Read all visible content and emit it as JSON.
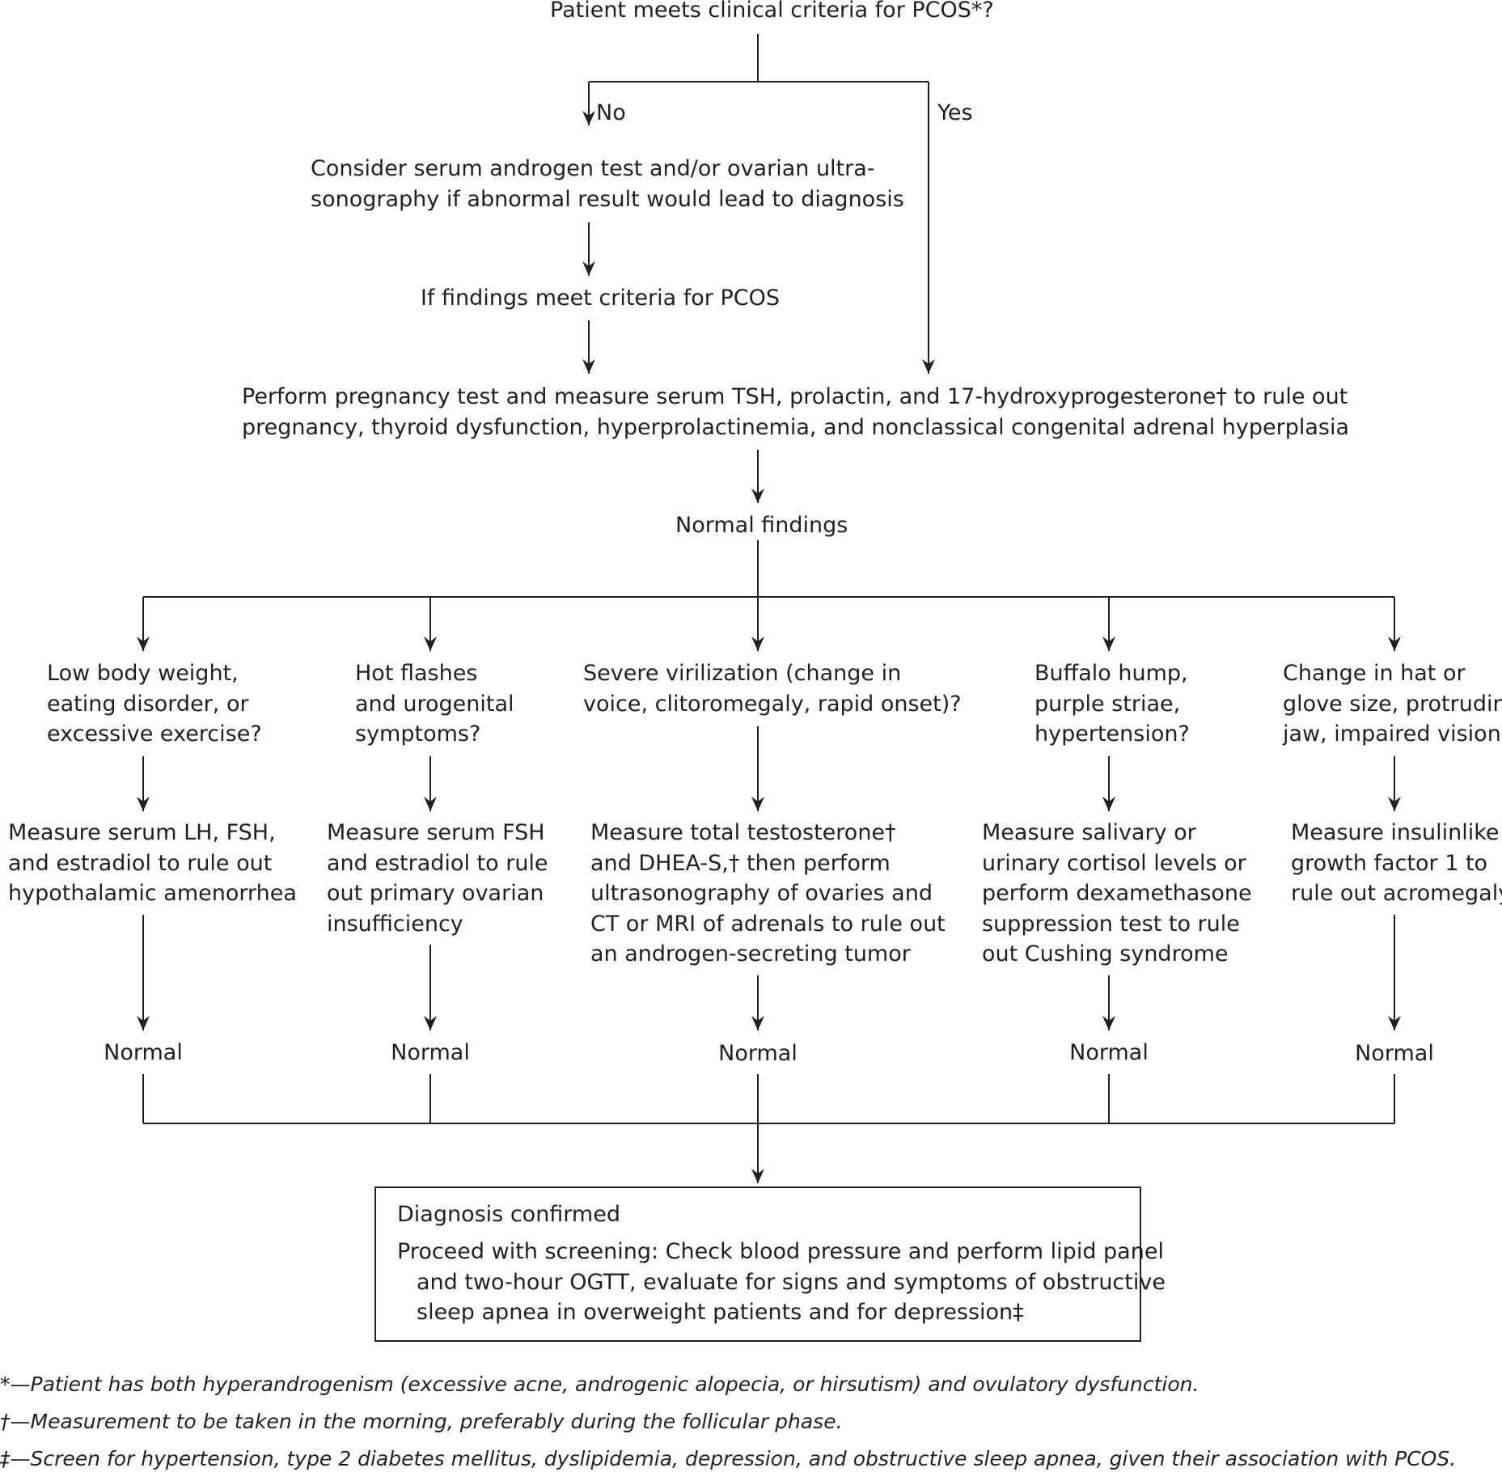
{
  "flowchart": {
    "start": "Patient meets clinical criteria for PCOS*?",
    "branch_no_label": "No",
    "branch_yes_label": "Yes",
    "consider_test": [
      "Consider serum androgen test and/or ovarian ultra-",
      "sonography if abnormal result would lead to diagnosis"
    ],
    "if_findings": "If findings meet criteria for PCOS",
    "perform_tests": [
      "Perform pregnancy test and measure serum TSH, prolactin, and 17-hydroxyprogesterone† to rule out",
      "pregnancy, thyroid dysfunction, hyperprolactinemia, and nonclassical congenital adrenal hyperplasia"
    ],
    "normal_findings": "Normal findings",
    "columns": [
      {
        "question": [
          "Low body weight,",
          "eating disorder, or",
          "excessive exercise?"
        ],
        "action": [
          "Measure serum LH, FSH,",
          "and estradiol to rule out",
          "hypothalamic amenorrhea"
        ],
        "result": "Normal"
      },
      {
        "question": [
          "Hot flashes",
          "and urogenital",
          "symptoms?"
        ],
        "action": [
          "Measure serum FSH",
          "and estradiol to rule",
          "out primary ovarian",
          "insufficiency"
        ],
        "result": "Normal"
      },
      {
        "question": [
          "Severe virilization (change in",
          "voice, clitoromegaly, rapid onset)?"
        ],
        "action": [
          "Measure total testosterone†",
          "and DHEA-S,† then perform",
          "ultrasonography of ovaries and",
          "CT or MRI of adrenals to rule out",
          "an androgen-secreting tumor"
        ],
        "result": "Normal"
      },
      {
        "question": [
          "Buffalo hump,",
          "purple striae,",
          "hypertension?"
        ],
        "action": [
          "Measure salivary or",
          "urinary cortisol levels or",
          "perform dexamethasone",
          "suppression test to rule",
          "out Cushing syndrome"
        ],
        "result": "Normal"
      },
      {
        "question": [
          "Change in hat or",
          "glove size, protruding",
          "jaw, impaired vision?"
        ],
        "action": [
          "Measure insulinlike",
          "growth factor 1 to",
          "rule out acromegaly"
        ],
        "result": "Normal"
      }
    ],
    "final": {
      "title": "Diagnosis confirmed",
      "body": [
        "Proceed with screening: Check blood pressure and perform lipid panel",
        "   and two-hour OGTT, evaluate for signs and symptoms of obstructive",
        "   sleep apnea in overweight patients and for depression‡"
      ]
    }
  },
  "footnotes": [
    "*—Patient has both hyperandrogenism (excessive acne, androgenic alopecia, or hirsutism) and ovulatory dysfunction.",
    "†—Measurement to be taken in the morning, preferably during the follicular phase.",
    "‡—Screen for hypertension, type 2 diabetes mellitus, dyslipidemia, depression, and obstructive sleep apnea, given their association with PCOS."
  ]
}
